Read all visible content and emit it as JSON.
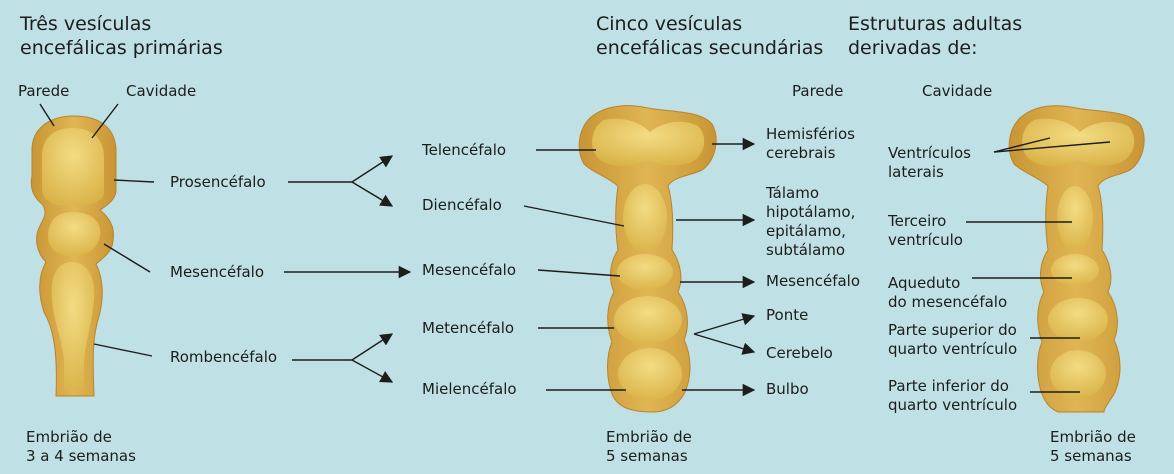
{
  "colors": {
    "background": "#bfe0e4",
    "wall": "#d9a94a",
    "cavity": "#e8c966",
    "line": "#1d1d1b"
  },
  "headings": {
    "primary": "Três vesículas\nencefálicas primárias",
    "secondary": "Cinco vesículas\nencefálicas secundárias",
    "adult": "Estruturas adultas\nderivadas de:"
  },
  "embryo1": {
    "label_wall": "Parede",
    "label_cavity": "Cavidade",
    "caption": "Embrião de\n3 a 4 semanas"
  },
  "primary_vesicles": [
    "Prosencéfalo",
    "Mesencéfalo",
    "Rombencéfalo"
  ],
  "secondary_vesicles": [
    "Telencéfalo",
    "Diencéfalo",
    "Mesencéfalo",
    "Metencéfalo",
    "Mielencéfalo"
  ],
  "embryo2": {
    "caption": "Embrião de\n5 semanas"
  },
  "column_headers": {
    "wall": "Parede",
    "cavity": "Cavidade"
  },
  "wall_structures": [
    "Hemisférios\ncerebrais",
    "Tálamo\nhipotálamo,\nepitálamo,\nsubtálamo",
    "Mesencéfalo",
    "Ponte",
    "Cerebelo",
    "Bulbo"
  ],
  "cavity_structures": [
    "Ventrículos\nlaterais",
    "Terceiro\nventrículo",
    "Aqueduto\ndo mesencéfalo",
    "Parte superior do\nquarto ventrículo",
    "Parte inferior do\nquarto ventrículo"
  ],
  "embryo3": {
    "caption": "Embrião de\n5 semanas"
  }
}
